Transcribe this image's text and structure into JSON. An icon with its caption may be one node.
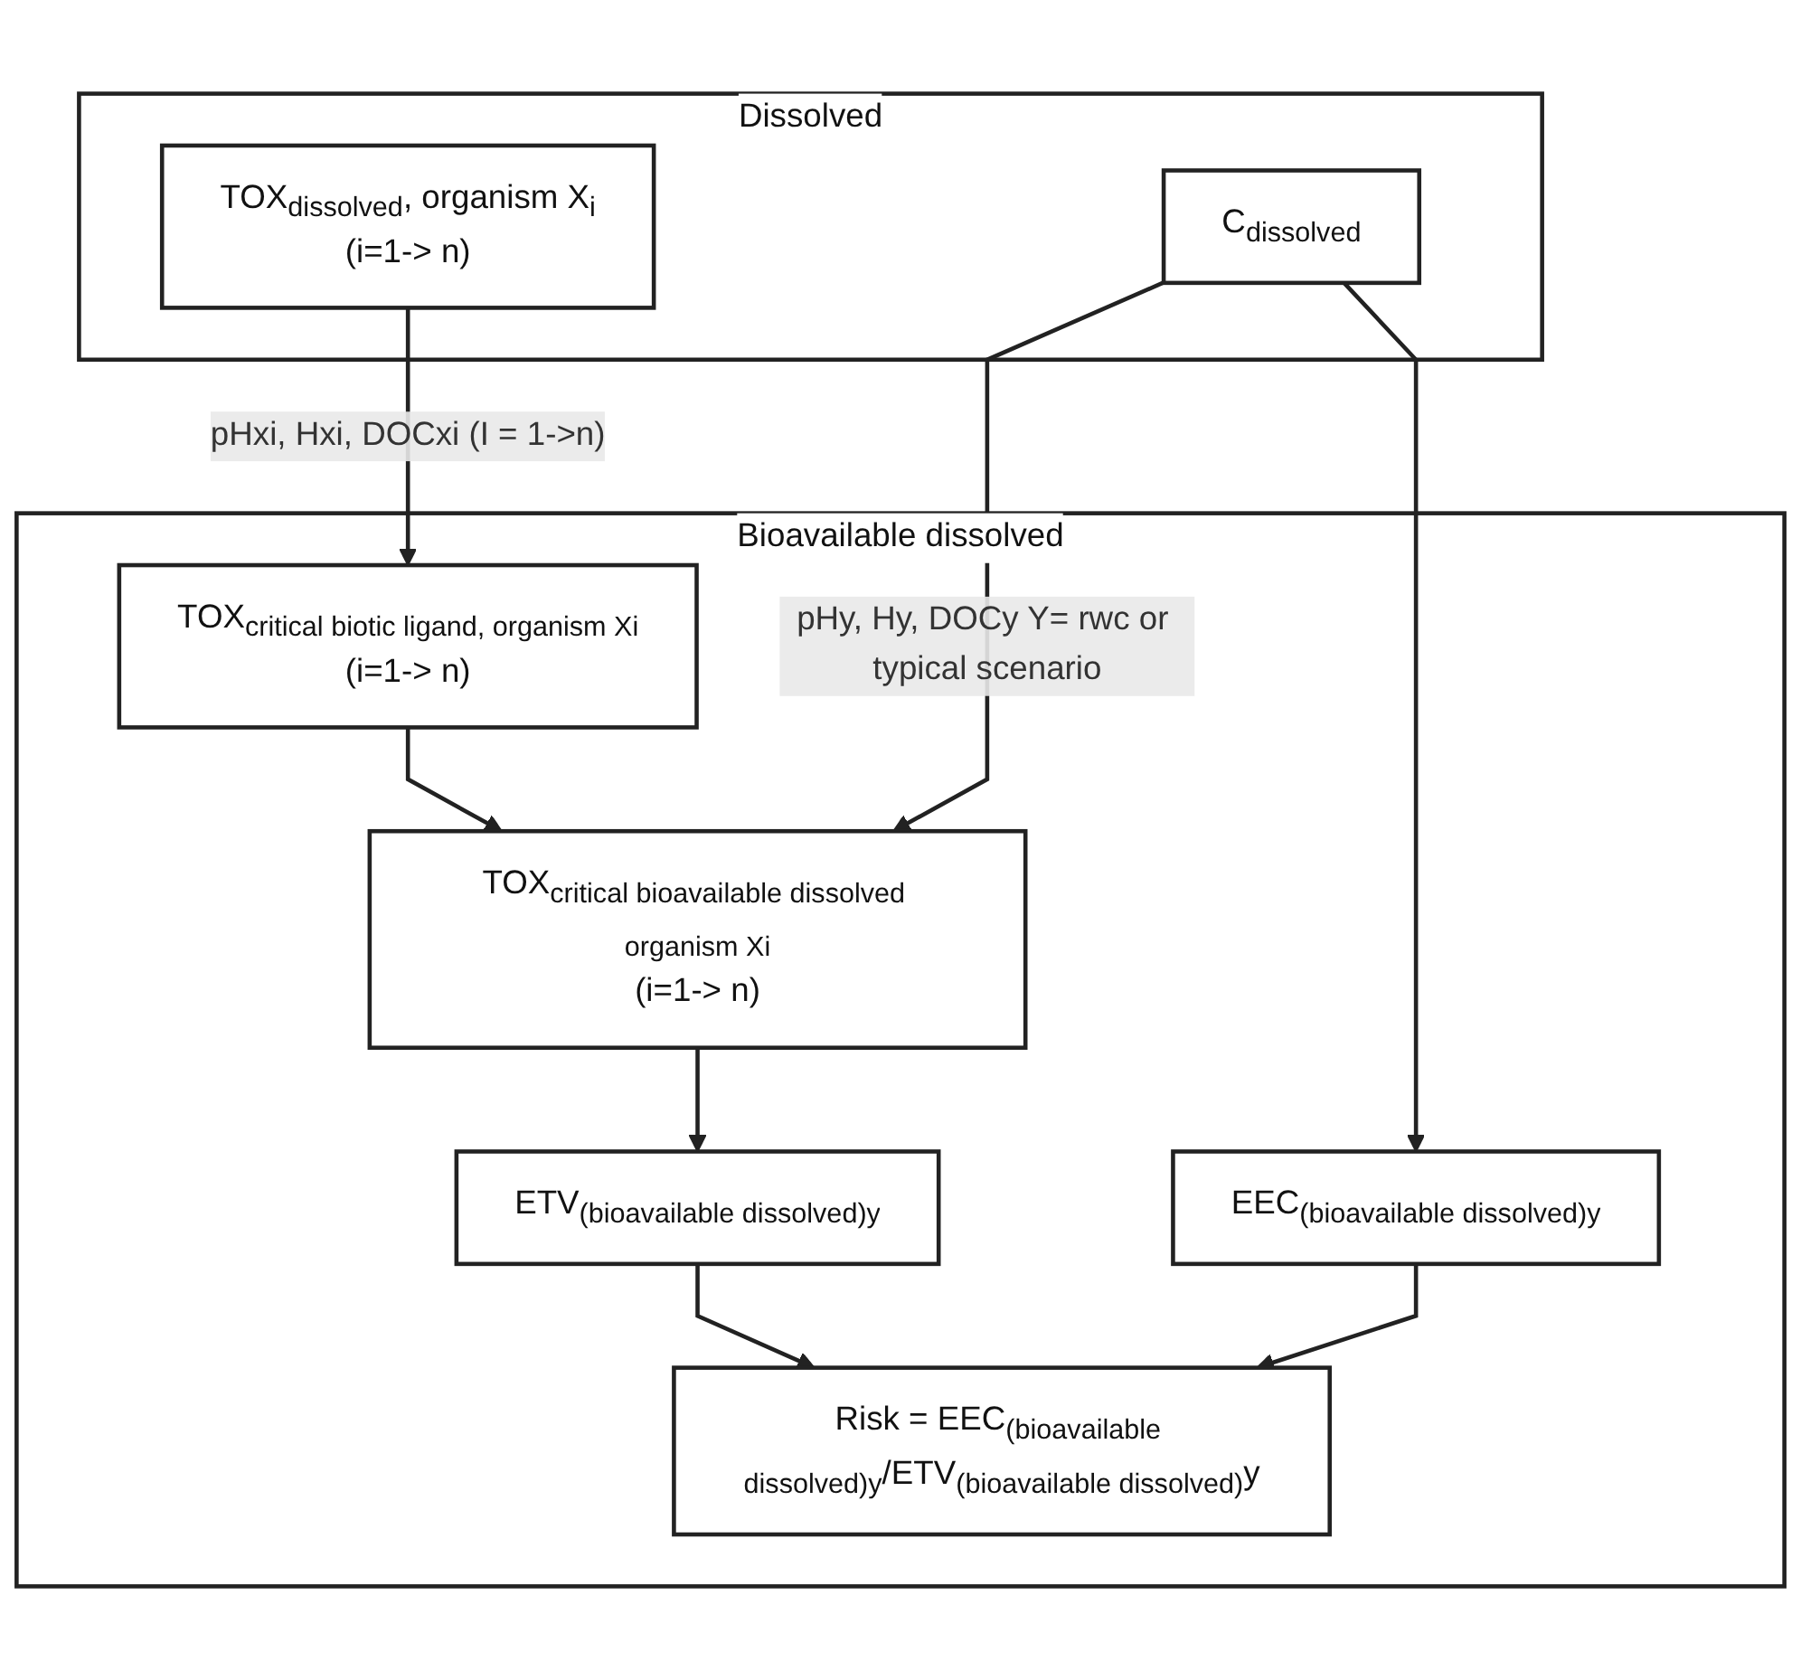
{
  "diagram": {
    "nodes": [
      {
        "text": [
          "Dissolved"
        ]
      },
      {
        "text": [
          "TOX$_{dissolved}$, organism X$_{i}$",
          "(i=1-> n)"
        ],
        "in": 0
      },
      {
        "text": [
          "C$_{dissolved}$"
        ],
        "in": 0
      },
      {
        "text": [
          "Bioavailable dissolved"
        ]
      },
      {
        "text": [
          "TOX$_{critical biotic ligand, organism Xi}$",
          "(i=1-> n)"
        ],
        "in": 3
      },
      {
        "text": [
          "TOX$_{critical bioavailable dissolved organism Xi}$",
          "(i=1-> n)"
        ],
        "in": 3
      },
      {
        "text": [
          "ETV$_{(bioavailable dissolved)y}$"
        ],
        "in": 3
      },
      {
        "text": [
          "EEC$_{(bioavailable dissolved)y}$"
        ],
        "in": 3
      },
      {
        "text": [
          "Risk = EEC$_{(bioavailable dissolved)y}$/ETV$_{(bioavailable dissolved)}$y"
        ],
        "in": 3
      }
    ],
    "edges": [
      {
        "from": 1,
        "to": 4,
        "arrow": "to",
        "label": "pHxi, Hxi, DOCxi (I = 1->n)"
      },
      {
        "from": 4,
        "to": 5,
        "arrow": "to"
      },
      {
        "from": 2,
        "to": 5,
        "arrow": "to",
        "label": "pHy, Hy, DOCy Y= rwc or typical scenario"
      },
      {
        "from": 2,
        "to": 7,
        "arrow": "to"
      },
      {
        "from": 5,
        "to": 6,
        "arrow": "to"
      },
      {
        "from": 6,
        "to": 8,
        "arrow": "to"
      },
      {
        "from": 7,
        "to": 8,
        "arrow": "to"
      }
    ]
  }
}
